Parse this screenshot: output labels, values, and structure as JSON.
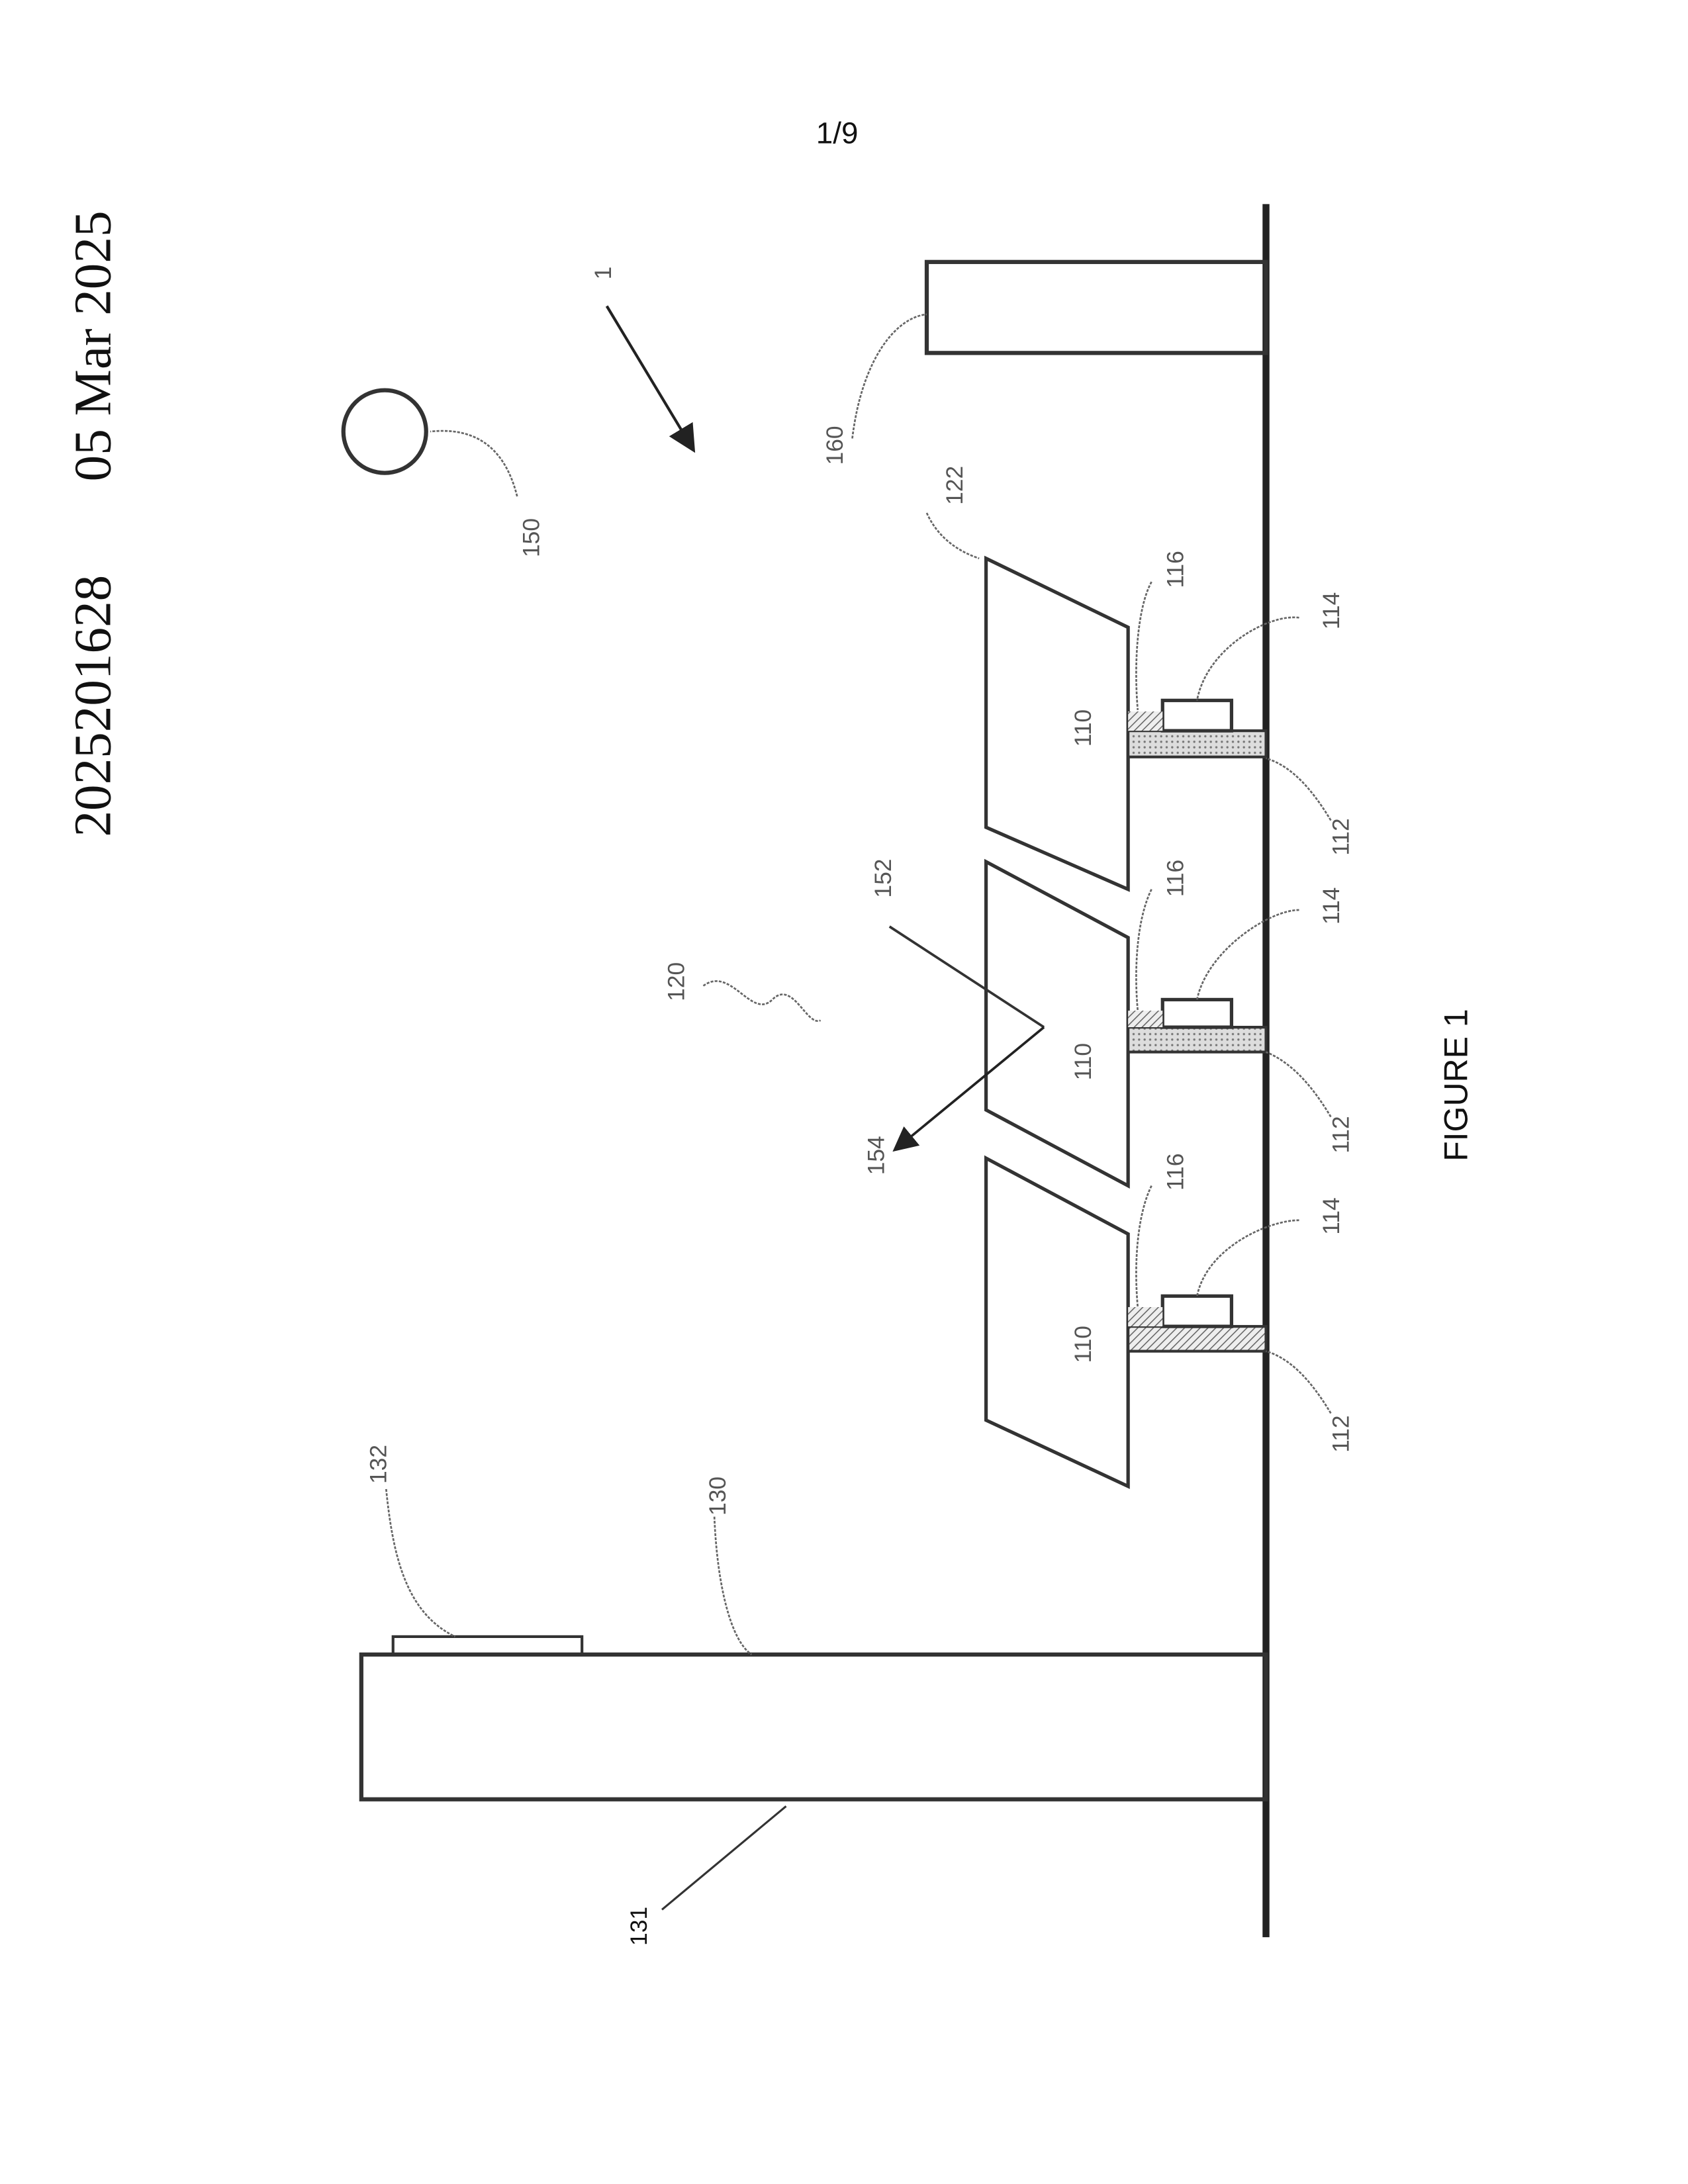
{
  "page_number": "1/9",
  "header": {
    "publication_number": "2025201628",
    "date": "05 Mar 2025"
  },
  "figure_title": "FIGURE 1",
  "labels": {
    "system": "1",
    "sun": "150",
    "column": "160",
    "panel_edge": "122",
    "panels": [
      "110",
      "110",
      "110"
    ],
    "posts": [
      "112",
      "112",
      "112"
    ],
    "actuators": [
      "114",
      "114",
      "114"
    ],
    "joints": [
      "116",
      "116",
      "116"
    ],
    "array": "120",
    "incident_ray": "152",
    "reflected_ray": "154",
    "wall": "130",
    "wall_face": "131",
    "wall_top": "132"
  }
}
